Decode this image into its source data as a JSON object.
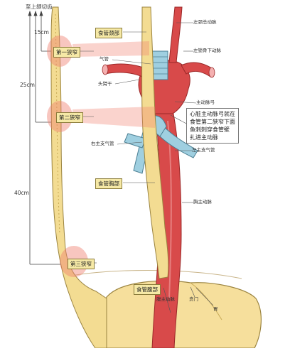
{
  "measurements": {
    "incisors": "至上颌切齿",
    "d15": "15cm",
    "d25": "25cm",
    "d40": "40cm"
  },
  "constrictions": {
    "first": "第一狭窄",
    "second": "第二狭窄",
    "third": "第三狭窄"
  },
  "esophagus_parts": {
    "cervical": "食管颈部",
    "thoracic": "食管胸部",
    "abdominal": "食管腹部"
  },
  "structures": {
    "left_common_carotid": "左颈总动脉",
    "left_subclavian": "左锁骨下动脉",
    "trachea": "气管",
    "brachiocephalic": "头臂干",
    "aortic_arch": "主动脉弓",
    "right_main_bronchus": "右主支气管",
    "left_main_bronchus": "左主支气管",
    "thoracic_aorta": "胸主动脉",
    "abdominal_aorta": "腹主动脉",
    "cardia": "贲门",
    "stomach": "胃"
  },
  "note": {
    "text": "心脏主动脉弓就在\n食管第二狭窄下面\n鱼刺刺穿食管壁\n扎进主动脉"
  },
  "colors": {
    "esophagus": "#f3dc92",
    "esophagus_outline": "#9b8440",
    "artery": "#d84a4a",
    "artery_dark": "#b83232",
    "trachea": "#9fcfe0",
    "stomach": "#f6df9c",
    "highlight": "#f08070"
  }
}
